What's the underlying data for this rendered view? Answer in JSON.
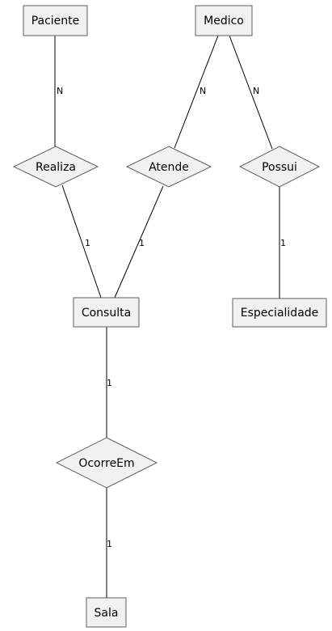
{
  "entities": {
    "paciente": "Paciente",
    "medico": "Medico",
    "consulta": "Consulta",
    "especialidade": "Especialidade",
    "sala": "Sala"
  },
  "relationships": {
    "realiza": "Realiza",
    "atende": "Atende",
    "possui": "Possui",
    "ocorre_em": "OcorreEm"
  },
  "cardinalities": {
    "paciente_realiza": "N",
    "medico_atende": "N",
    "medico_possui": "N",
    "realiza_consulta": "1",
    "atende_consulta": "1",
    "possui_especialidade": "1",
    "consulta_ocorre_em": "1",
    "ocorre_em_sala": "1"
  },
  "colors": {
    "shape_fill": "#f1f1f1",
    "shape_border": "#5e5e5e",
    "edge": "#000000"
  }
}
